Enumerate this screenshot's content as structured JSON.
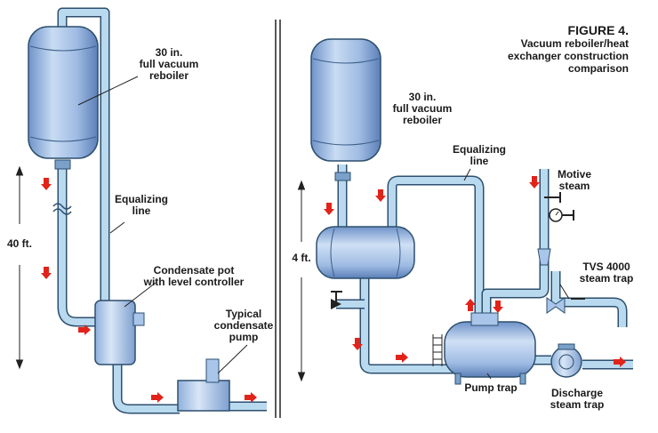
{
  "figure": {
    "number": "FIGURE 4.",
    "caption": [
      "Vacuum reboiler/heat",
      "exchanger construction",
      "comparison"
    ]
  },
  "left": {
    "reboiler_label": [
      "30 in.",
      "full vacuum",
      "reboiler"
    ],
    "equalizing_label": [
      "Equalizing",
      "line"
    ],
    "height_label": "40 ft.",
    "pot_label": [
      "Condensate pot",
      "with level controller"
    ],
    "pump_label": [
      "Typical",
      "condensate",
      "pump"
    ]
  },
  "right": {
    "reboiler_label": [
      "30 in.",
      "full vacuum",
      "reboiler"
    ],
    "equalizing_label": [
      "Equalizing",
      "line"
    ],
    "height_label": "4 ft.",
    "motive_label": [
      "Motive",
      "steam"
    ],
    "tvs_label": [
      "TVS 4000",
      "steam trap"
    ],
    "pump_trap_label": "Pump trap",
    "discharge_label": [
      "Discharge",
      "steam trap"
    ]
  },
  "colors": {
    "pipe": "#b9d9ee",
    "pipe_edge": "#2d4f6e",
    "vessel": "#a9c6ea",
    "arrow": "#e2231a"
  }
}
